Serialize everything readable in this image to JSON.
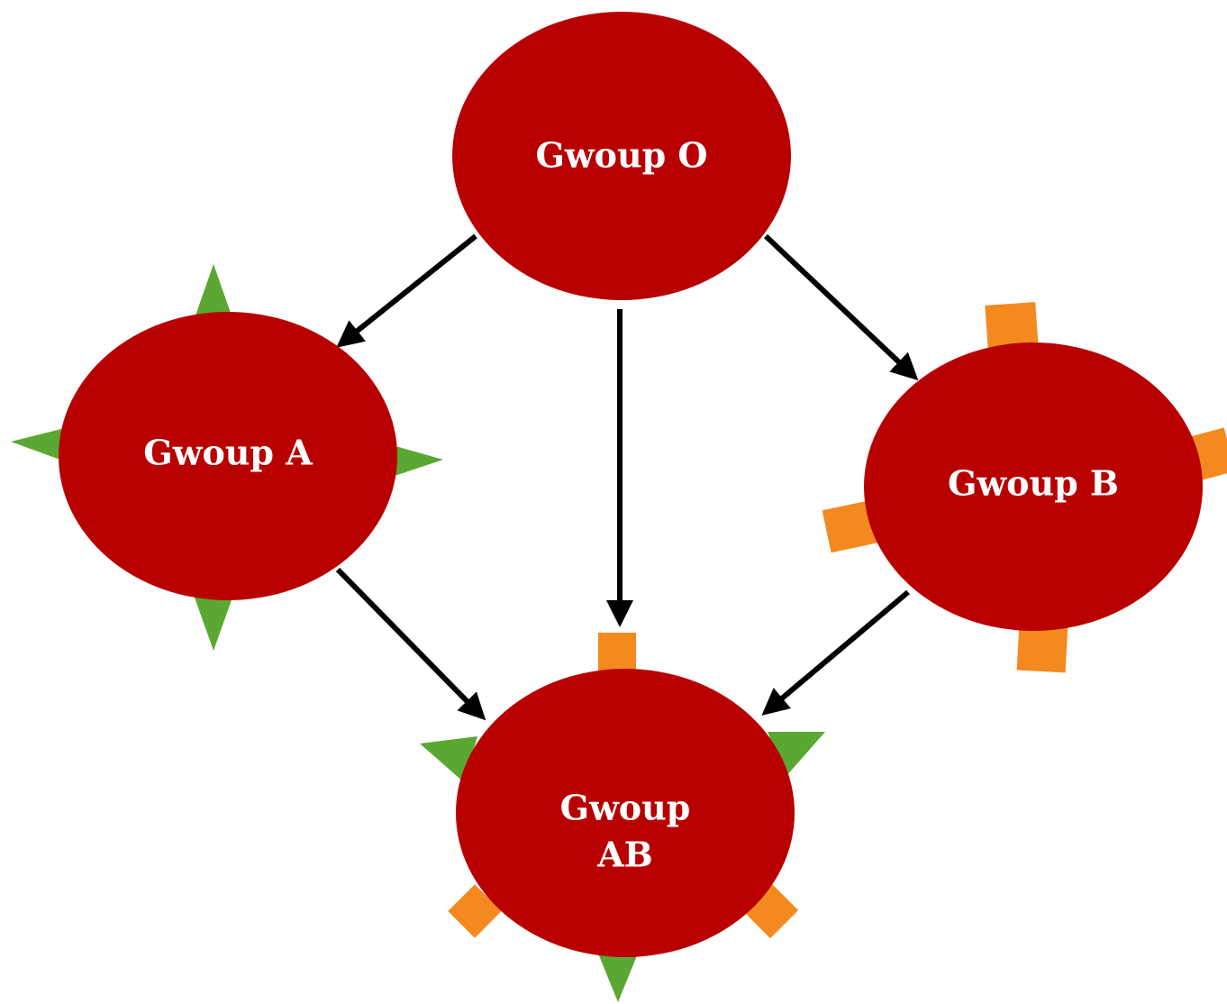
{
  "nodes": {
    "group_o": {
      "label": "Gwoup O"
    },
    "group_a": {
      "label": "Gwoup A"
    },
    "group_b": {
      "label": "Gwoup B"
    },
    "group_ab": {
      "label_line1": "Gwoup",
      "label_line2": "AB"
    }
  },
  "colors": {
    "node_fill": "#b80000",
    "edge": "#000000",
    "antigen_a": "#5aa832",
    "antigen_b": "#f4891f"
  },
  "markers": {
    "antigen_a_shape": "green-triangle-spike",
    "antigen_b_shape": "orange-square-block"
  }
}
